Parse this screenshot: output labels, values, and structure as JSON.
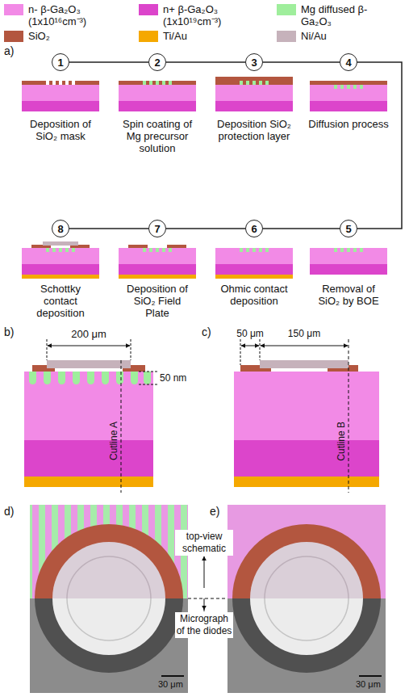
{
  "diagram": {
    "nodes": [
      {
        "text": [
          "1"
        ]
      },
      {
        "text": [
          "2"
        ]
      },
      {
        "text": [
          "3"
        ]
      },
      {
        "text": [
          "4"
        ]
      },
      {
        "text": [
          "5"
        ]
      },
      {
        "text": [
          "6"
        ]
      },
      {
        "text": [
          "7"
        ]
      },
      {
        "text": [
          "8"
        ]
      }
    ],
    "edges": [
      {
        "from": 0,
        "to": 1,
        "arrow": "none"
      },
      {
        "from": 1,
        "to": 2,
        "arrow": "none"
      },
      {
        "from": 2,
        "to": 3,
        "arrow": "none"
      },
      {
        "from": 3,
        "to": 4,
        "arrow": "none"
      },
      {
        "from": 4,
        "to": 5,
        "arrow": "none"
      },
      {
        "from": 5,
        "to": 6,
        "arrow": "none"
      },
      {
        "from": 6,
        "to": 7,
        "arrow": "none"
      }
    ],
    "labels": [
      "a)",
      "Deposition of SiO₂ mask",
      "Spin coating of Mg precursor solution",
      "Deposition SiO₂ protection layer",
      "Diffusion process",
      "Removal of SiO₂ by BOE",
      "Ohmic contact deposition",
      "Deposition of SiO₂ Field Plate",
      "Schottky contact deposition",
      "b)",
      "200 μm",
      "50 nm",
      "Cutline A",
      "c)",
      "50 μm",
      "150 μm",
      "Cutline B",
      "d)",
      "e)",
      "top-view schematic",
      "Micrograph of the diodes",
      "30 μm",
      "30 μm"
    ],
    "legend": [
      {
        "text": "n- β-Ga₂O₃ (1x10¹⁶cm⁻³)",
        "color": "#f28ae6"
      },
      {
        "text": "n+ β-Ga₂O₃ (1x10¹⁹cm⁻³)",
        "color": "#dc45cb"
      },
      {
        "text": "Mg diffused β-Ga₂O₃",
        "color": "#9fee9c"
      },
      {
        "text": "SiO₂",
        "color": "#b3563f"
      },
      {
        "text": "Ti/Au",
        "color": "#f5a800"
      },
      {
        "text": "Ni/Au",
        "color": "#c6b2bb"
      }
    ]
  }
}
